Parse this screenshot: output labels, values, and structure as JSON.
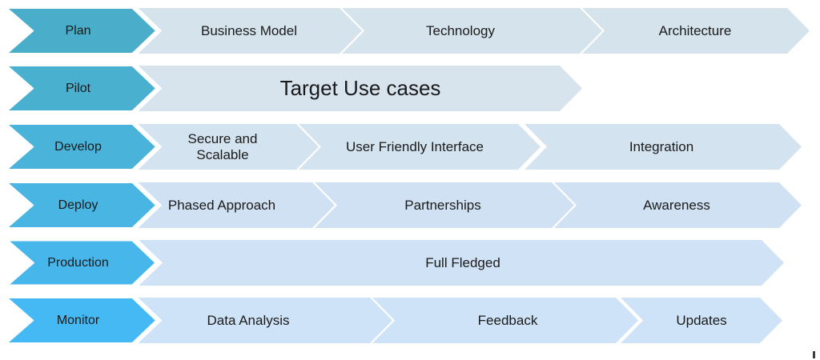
{
  "figure": {
    "title": "Process chevron diagram",
    "text_color": "#1a1a1a",
    "rows": [
      {
        "stage": "Plan",
        "arrow_color": "#4aaeca",
        "bar_color": "#d5e3ed",
        "steps": [
          "Business Model",
          "Technology",
          "Architecture"
        ]
      },
      {
        "stage": "Pilot",
        "arrow_color": "#4ab0cf",
        "bar_color": "#d7e4ee",
        "steps": [
          "Target Use cases"
        ]
      },
      {
        "stage": "Develop",
        "arrow_color": "#49b3d9",
        "bar_color": "#d4e3f0",
        "steps": [
          "Secure and Scalable",
          "User Friendly Interface",
          "Integration"
        ]
      },
      {
        "stage": "Deploy",
        "arrow_color": "#48b5e2",
        "bar_color": "#d0e1f3",
        "steps": [
          "Phased Approach",
          "Partnerships",
          "Awareness"
        ]
      },
      {
        "stage": "Production",
        "arrow_color": "#47b7eb",
        "bar_color": "#d0e2f5",
        "steps": [
          "Full Fledged"
        ]
      },
      {
        "stage": "Monitor",
        "arrow_color": "#45b9f3",
        "bar_color": "#cee3f7",
        "steps": [
          "Data Analysis",
          "Feedback",
          "Updates"
        ]
      }
    ]
  }
}
